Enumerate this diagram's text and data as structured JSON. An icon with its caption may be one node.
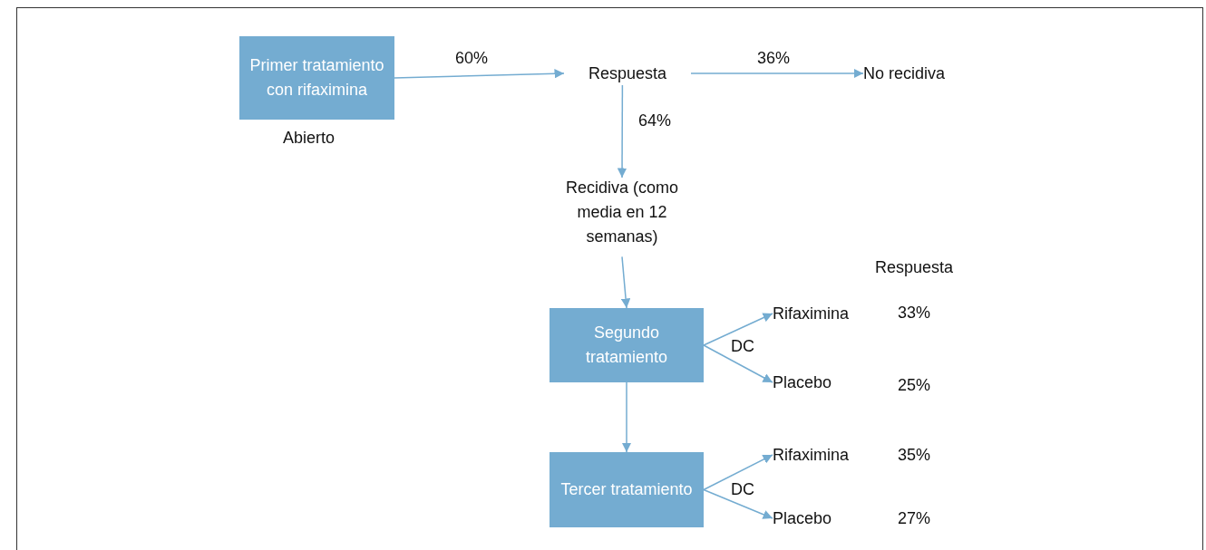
{
  "diagram": {
    "nodes": [
      {
        "text": [
          "Primer tratamiento con rifaximina"
        ],
        "beside": [
          "Abierto"
        ]
      },
      {
        "text": [
          "Respuesta"
        ]
      },
      {
        "text": [
          "No recidiva"
        ]
      },
      {
        "text": [
          "Recidiva (como media en 12 semanas)"
        ]
      },
      {
        "text": [
          "Segundo tratamiento"
        ]
      },
      {
        "text": [
          "Rifaximina"
        ]
      },
      {
        "text": [
          "Placebo"
        ]
      },
      {
        "text": [
          "Tercer tratamiento"
        ]
      },
      {
        "text": [
          "Rifaximina"
        ]
      },
      {
        "text": [
          "Placebo"
        ]
      }
    ],
    "edges": [
      {
        "from": 0,
        "to": 1,
        "arrow": "to",
        "label": "60%"
      },
      {
        "from": 1,
        "to": 2,
        "arrow": "to",
        "label": "36%"
      },
      {
        "from": 1,
        "to": 3,
        "arrow": "to",
        "label": "64%"
      },
      {
        "from": 3,
        "to": 4,
        "arrow": "to"
      },
      {
        "from": 4,
        "to": 5,
        "arrow": "to"
      },
      {
        "from": 4,
        "to": 6,
        "arrow": "to"
      },
      {
        "from": 4,
        "to": 7,
        "arrow": "to"
      },
      {
        "from": 7,
        "to": 8,
        "arrow": "to"
      },
      {
        "from": 7,
        "to": 9,
        "arrow": "to"
      }
    ],
    "labels": [
      "Respuesta",
      "33%",
      "DC",
      "25%",
      "35%",
      "DC",
      "27%"
    ]
  }
}
